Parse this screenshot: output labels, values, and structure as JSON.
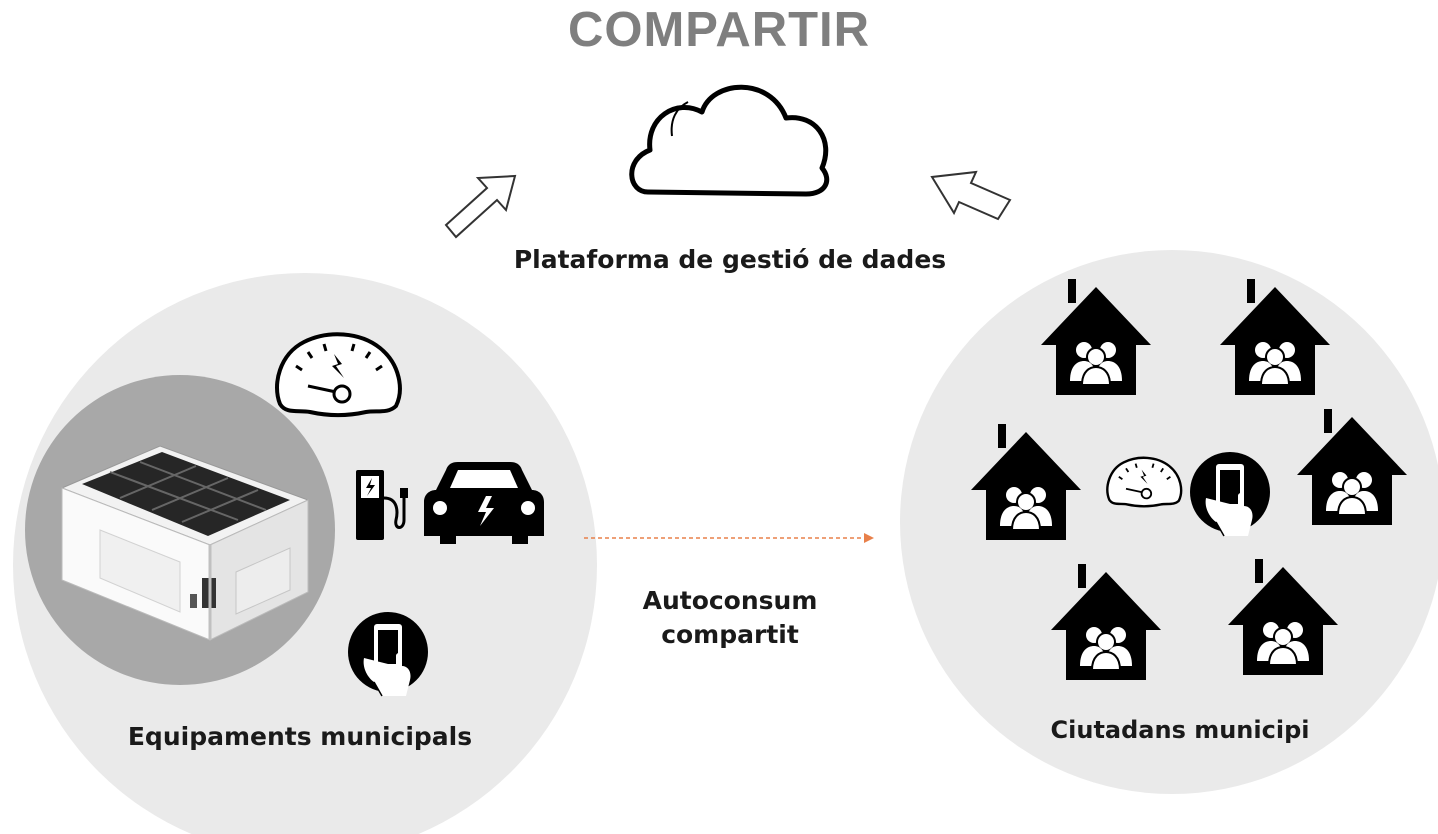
{
  "title": "COMPARTIR",
  "cloud_label": "Plataforma de gestió de dades",
  "left_group_label": "Equipaments municipals",
  "right_group_label": "Ciutadans municipi",
  "flow_label": "Autoconsum compartit",
  "flow_label_lines": [
    "Autoconsum",
    "compartit"
  ],
  "colors": {
    "title": "#7f7f7f",
    "circle_fill": "#eaeaea",
    "flow_arrow": "#e8804a",
    "icon_fill": "#000000"
  },
  "icons": {
    "cloud": "cloud-icon",
    "upload_arrows": "outline-arrow-icon",
    "meter": "energy-meter-icon",
    "charger": "ev-charger-icon",
    "car": "electric-car-icon",
    "phone": "smartphone-hand-icon",
    "house": "house-family-icon",
    "building": "solar-building-icon"
  }
}
